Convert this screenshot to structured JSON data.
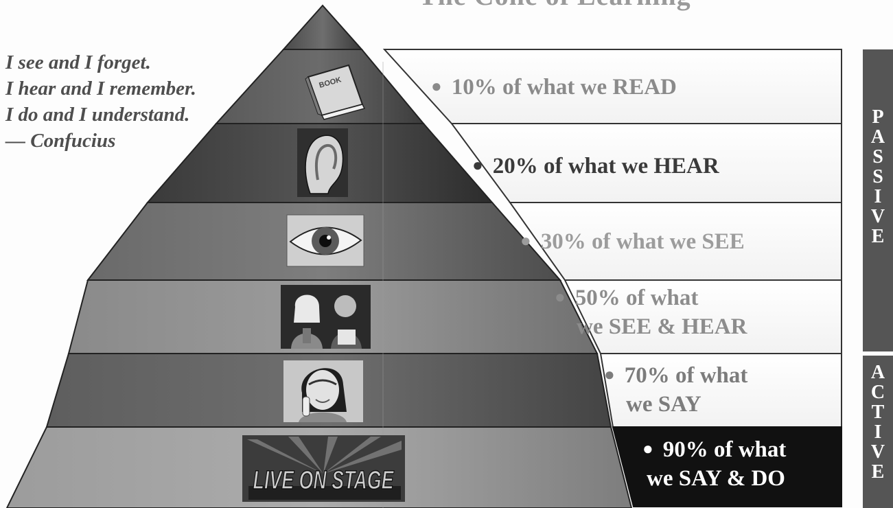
{
  "header_fragment": "The Cone of Learning",
  "quote": {
    "lines": [
      "I see and I forget.",
      "I hear and I remember.",
      "I do and I understand.",
      "— Confucius"
    ]
  },
  "levels": [
    {
      "icon": "book-icon",
      "lines": [
        "10% of what we READ"
      ],
      "color": "#8a8a8a"
    },
    {
      "icon": "ear-icon",
      "lines": [
        "20% of what we HEAR"
      ],
      "color": "#3a3a3a"
    },
    {
      "icon": "eye-icon",
      "lines": [
        "30% of what we SEE"
      ],
      "color": "#9c9c9c"
    },
    {
      "icon": "movie-audience-icon",
      "lines": [
        "50% of what",
        "we SEE & HEAR"
      ],
      "color": "#8c8c8c"
    },
    {
      "icon": "phone-talk-icon",
      "lines": [
        "70% of what",
        "we SAY"
      ],
      "color": "#7c7c7c"
    },
    {
      "icon": "live-on-stage-icon",
      "lines": [
        "90% of what",
        "we SAY & DO"
      ],
      "color": "#ffffff"
    }
  ],
  "side_labels": {
    "passive": [
      "P",
      "A",
      "S",
      "S",
      "I",
      "V",
      "E"
    ],
    "active": [
      "A",
      "C",
      "T",
      "I",
      "V",
      "E"
    ]
  },
  "stage_sign": "LIVE ON STAGE"
}
